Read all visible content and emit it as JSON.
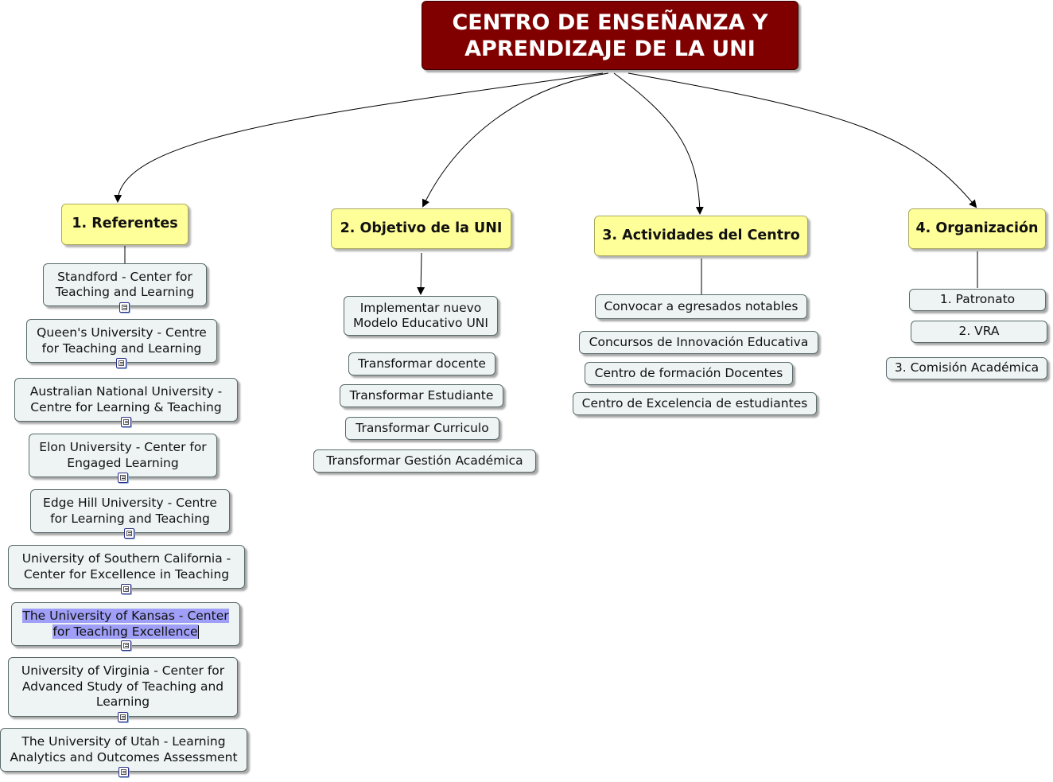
{
  "root": {
    "title": "CENTRO DE ENSEÑANZA Y APRENDIZAJE DE LA UNI"
  },
  "branches": {
    "referentes": {
      "label": "1. Referentes",
      "items": [
        "Standford - Center for Teaching and Learning",
        "Queen's University - Centre for Teaching and Learning",
        "Australian National University - Centre for Learning & Teaching",
        "Elon University - Center for Engaged Learning",
        "Edge Hill University - Centre for Learning and Teaching",
        "University of Southern California - Center for Excellence in Teaching",
        "The University of Kansas - Center for Teaching Excellence",
        "University of Virginia - Center for Advanced Study of Teaching and Learning",
        "The University of Utah - Learning Analytics and Outcomes Assessment"
      ]
    },
    "objetivo": {
      "label": "2. Objetivo de la UNI",
      "items": [
        "Implementar nuevo Modelo Educativo UNI",
        "Transformar docente",
        "Transformar Estudiante",
        "Transformar Curriculo",
        "Transformar Gestión Académica"
      ]
    },
    "actividades": {
      "label": "3. Actividades del Centro",
      "items": [
        "Convocar a egresados notables",
        "Concursos de Innovación Educativa",
        "Centro de formación Docentes",
        "Centro de Excelencia de estudiantes"
      ]
    },
    "organizacion": {
      "label": "4. Organización",
      "items": [
        "1. Patronato",
        "2. VRA",
        "3. Comisión Académica"
      ]
    }
  },
  "colors": {
    "root": "#800000",
    "topic": "#ffff99",
    "subtopic": "#eef4f4",
    "selection": "#9f9ff7"
  }
}
